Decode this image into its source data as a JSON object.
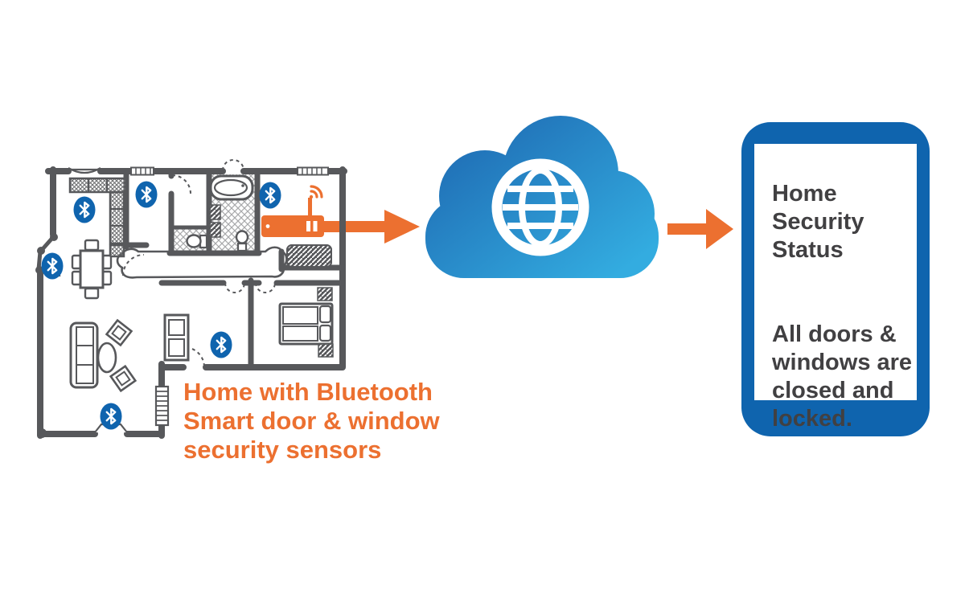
{
  "diagram": {
    "caption": "Home with Bluetooth\nSmart door & window\nsecurity sensors",
    "bluetooth_sensor_count": 6
  },
  "phone": {
    "screen_title": "Home\nSecurity\nStatus",
    "screen_message": "All doors &\nwindows are\nclosed and\nlocked."
  },
  "icons": {
    "sensor": "bluetooth-icon",
    "gateway": "wifi-router-icon",
    "cloud": "globe-icon",
    "connector": "arrow-right-icon"
  },
  "colors": {
    "orange": "#EC7030",
    "wall_gray": "#57585B",
    "text_gray": "#414042",
    "bluetooth_blue": "#0F64AE",
    "phone_blue": "#0F64AE",
    "cloud_gradient_top": "#1F6CB4",
    "cloud_gradient_bottom": "#33ACE0"
  }
}
